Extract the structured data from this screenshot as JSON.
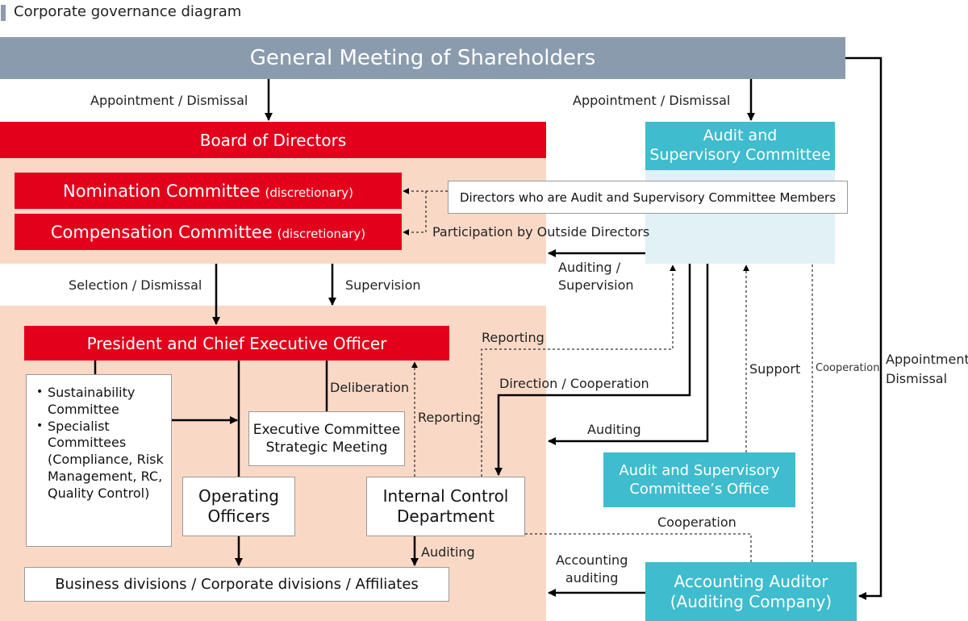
{
  "title": "Corporate governance diagram",
  "boxes": {
    "gms": "General Meeting of Shareholders",
    "board": "Board of Directors",
    "nomination": {
      "name": "Nomination Committee",
      "note": "(discretionary)"
    },
    "compensation": {
      "name": "Compensation Committee",
      "note": "(discretionary)"
    },
    "audit_committee": [
      "Audit and",
      "Supervisory Committee"
    ],
    "directors_audit": "Directors who are Audit and Supervisory Committee Members",
    "president": "President and Chief Executive Officer",
    "committees_list": [
      "Sustainability Committee",
      "Specialist Committees (Compliance, Risk Management, RC, Quality Control)"
    ],
    "executive_committee": [
      "Executive Committee",
      "Strategic Meeting"
    ],
    "operating_officers": [
      "Operating",
      "Officers"
    ],
    "internal_control": [
      "Internal Control",
      "Department"
    ],
    "audit_office": [
      "Audit and Supervisory",
      "Committee’s Office"
    ],
    "business_divisions": "Business divisions / Corporate divisions / Affiliates",
    "accounting_auditor": [
      "Accounting Auditor",
      "(Auditing Company)"
    ]
  },
  "labels": {
    "appointment_left": "Appointment / Dismissal",
    "appointment_mid": "Appointment / Dismissal",
    "appointment_right": [
      "Appointment /",
      "Dismissal"
    ],
    "participation": "Participation by Outside Directors",
    "auditing_supervision": [
      "Auditing /",
      "Supervision"
    ],
    "selection": "Selection / Dismissal",
    "supervision": "Supervision",
    "reporting_top": "Reporting",
    "direction": "Direction / Cooperation",
    "deliberation": "Deliberation",
    "reporting_mid": "Reporting",
    "auditing_mid": "Auditing",
    "support": "Support",
    "cooperation_small": "Cooperation",
    "cooperation": "Cooperation",
    "auditing_bottom": "Auditing",
    "accounting_auditing": [
      "Accounting",
      "auditing"
    ]
  },
  "colors": {
    "red": "#e3001b",
    "teal": "#3fbccd",
    "gray": "#8b9bae",
    "peach": "#f9d9c6",
    "light_blue": "#e1f1f6"
  }
}
